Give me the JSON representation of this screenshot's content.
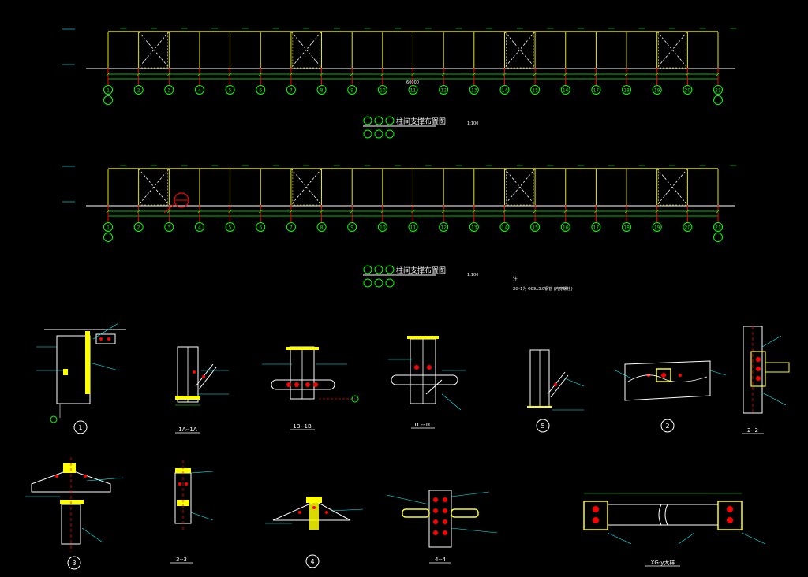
{
  "colors": {
    "background": "#000000",
    "frame": "#ffff00",
    "column": "#ff0000",
    "bracing": "#ffff00",
    "dimension": "#00ff00",
    "axis_bubble": "#00ff00",
    "annotation": "#00ffff",
    "text": "#ffffff",
    "accent_red": "#ff0000"
  },
  "elevation_1": {
    "title": "柱间支撑布置图",
    "scale": "1:100",
    "axis_labels": [
      "1",
      "2",
      "3",
      "4",
      "5",
      "6",
      "7",
      "8",
      "9",
      "10",
      "11",
      "12",
      "13",
      "14",
      "15",
      "16",
      "17",
      "18",
      "19",
      "20",
      "21"
    ],
    "total_dim": "60000"
  },
  "elevation_2": {
    "title": "柱间支撑布置图",
    "scale": "1:100",
    "axis_labels": [
      "1",
      "2",
      "3",
      "4",
      "5",
      "6",
      "7",
      "8",
      "9",
      "10",
      "11",
      "12",
      "13",
      "14",
      "15",
      "16",
      "17",
      "18",
      "19",
      "20",
      "21"
    ]
  },
  "note": {
    "heading": "注",
    "line1": "XG-1为 Φ89x3.0钢管 (内穿螺栓)"
  },
  "details": {
    "d1": "1",
    "d2": "1A--1A",
    "d3": "1B--1B",
    "d4": "1C--1C",
    "d5": "5",
    "d6": "2",
    "d7": "2--2",
    "d8": "3",
    "d9": "3--3",
    "d10": "4",
    "d11": "4--4",
    "d12": "XG-y大样"
  }
}
